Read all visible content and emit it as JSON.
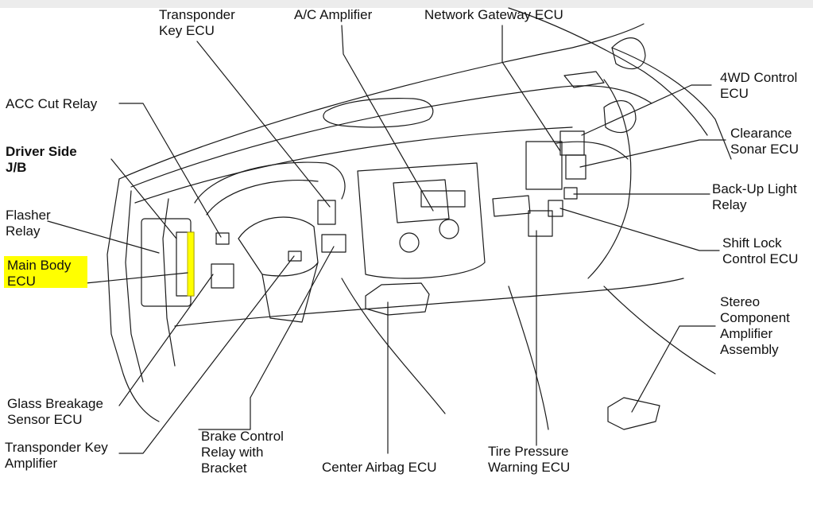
{
  "colors": {
    "background": "#ffffff",
    "line": "#1a1a1a",
    "highlight": "#ffff00",
    "header_strip": "#ececec"
  },
  "labels": {
    "transponder_key_ecu": "Transponder\nKey ECU",
    "ac_amplifier": "A/C Amplifier",
    "network_gateway_ecu": "Network Gateway ECU",
    "fourwd_control_ecu": "4WD Control\nECU",
    "acc_cut_relay": "ACC Cut Relay",
    "driver_side_jb": "Driver Side\nJ/B",
    "clearance_sonar_ecu": "Clearance\nSonar ECU",
    "back_up_light_relay": "Back-Up Light\nRelay",
    "flasher_relay": "Flasher\nRelay",
    "shift_lock_control_ecu": "Shift Lock\nControl ECU",
    "main_body_ecu": "Main Body\nECU",
    "stereo_component_amplifier": "Stereo\nComponent\nAmplifier\nAssembly",
    "glass_breakage_sensor_ecu": "Glass Breakage\nSensor ECU",
    "transponder_key_amplifier": "Transponder Key\nAmplifier",
    "brake_control_relay": "Brake Control\nRelay with\nBracket",
    "center_airbag_ecu": "Center Airbag ECU",
    "tire_pressure_warning_ecu": "Tire Pressure\nWarning ECU"
  }
}
